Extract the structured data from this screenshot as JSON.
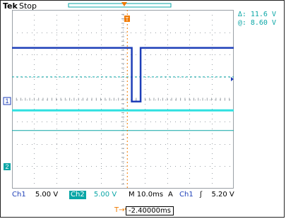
{
  "header": {
    "brand": "Tek",
    "status": "Stop"
  },
  "cursor_readout": {
    "delta_symbol": "Δ:",
    "delta_value": "11.6 V",
    "at_symbol": "@:",
    "at_value": "8.60 V"
  },
  "channel_markers": {
    "ch1": "1",
    "ch2": "2",
    "trigger": "T"
  },
  "bottom_bar": {
    "ch1_label": "Ch1",
    "ch1_scale": "5.00 V",
    "ch2_label": "Ch2",
    "ch2_scale": "5.00 V",
    "timebase": "M 10.0ms",
    "trigger_label": "A",
    "trigger_source": "Ch1",
    "trigger_slope_icon": "rising-edge-icon",
    "trigger_level": "5.20 V"
  },
  "trigger_position": {
    "icon": "trigger-position-icon",
    "value": "-2.40000ms"
  },
  "colors": {
    "ch1": "#1e3fb8",
    "ch2": "#2fe0e0",
    "cursor": "#0aa6a6",
    "trigger": "#f07a00",
    "grid": "#9aa0a6"
  },
  "chart_data": {
    "type": "line",
    "xlim": [
      0,
      10
    ],
    "ylim": [
      -4,
      4
    ],
    "grid": true,
    "series": [
      {
        "x": [
          0,
          5.4,
          5.4,
          5.8,
          5.8,
          10
        ],
        "values": [
          2.3,
          2.3,
          -0.1,
          -0.1,
          2.3,
          2.3
        ]
      },
      {
        "x": [
          0,
          10
        ],
        "values": [
          -0.5,
          -0.5
        ]
      }
    ],
    "cursor_levels": [
      1.0,
      -1.4
    ],
    "trigger_time": 5.2
  }
}
